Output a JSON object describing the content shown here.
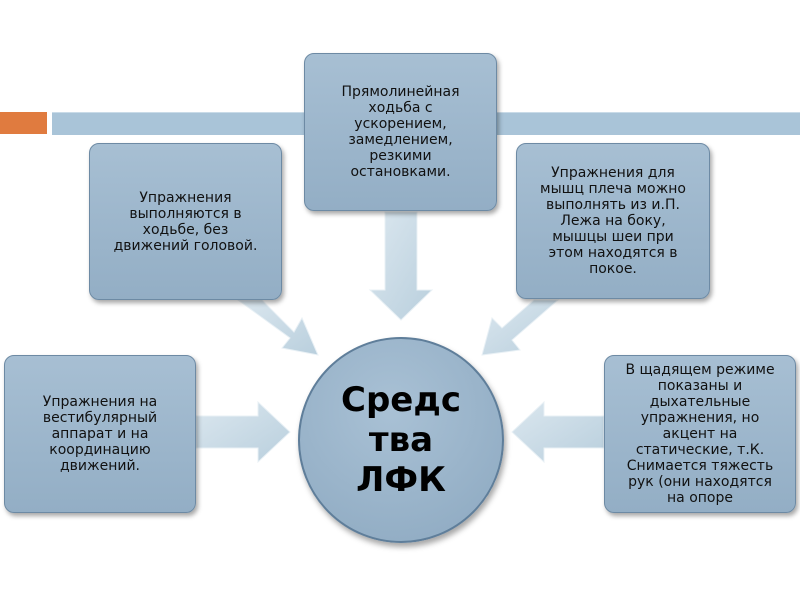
{
  "center": {
    "label": "Средс\nтва\nЛФК"
  },
  "boxes": {
    "top": "Прямолинейная\nходьба с\nускорением,\nзамедлением,\nрезкими\nостановками.",
    "upper_left": "Упражнения\nвыполняются в\nходьбе, без\nдвижений головой.",
    "upper_right": "Упражнения для\nмышц плеча можно\nвыполнять из и.П.\nЛежа на боку,\nмышцы шеи при\nэтом находятся в\nпокое.",
    "left": "Упражнения на\nвестибулярный\nаппарат и на\nкоординацию\nдвижений.",
    "right": "В щадящем режиме\nпоказаны и\nдыхательные\nупражнения, но\nакцент на\nстатические, т.К.\nСнимается тяжесть\nрук (они находятся\nна опоре"
  },
  "colors": {
    "box_fill": "#9fb8cd",
    "arrow_fill": "#c9dae6",
    "accent_orange": "#e07b3f",
    "header_bar": "#a9c4d8"
  }
}
